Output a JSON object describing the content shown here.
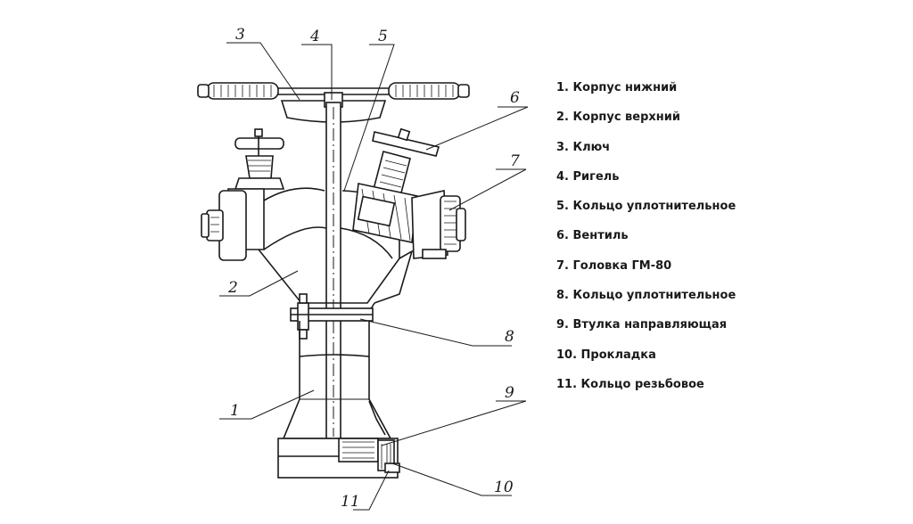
{
  "callouts": [
    "1",
    "2",
    "3",
    "4",
    "5",
    "6",
    "7",
    "8",
    "9",
    "10",
    "11"
  ],
  "legend": [
    "1. Корпус нижний",
    "2. Корпус верхний",
    "3. Ключ",
    "4. Ригель",
    "5. Кольцо уплотнительное",
    "6. Вентиль",
    "7. Головка ГМ-80",
    "8. Кольцо уплотнительное",
    "9. Втулка направляющая",
    "10. Прокладка",
    "11. Кольцо резьбовое"
  ]
}
